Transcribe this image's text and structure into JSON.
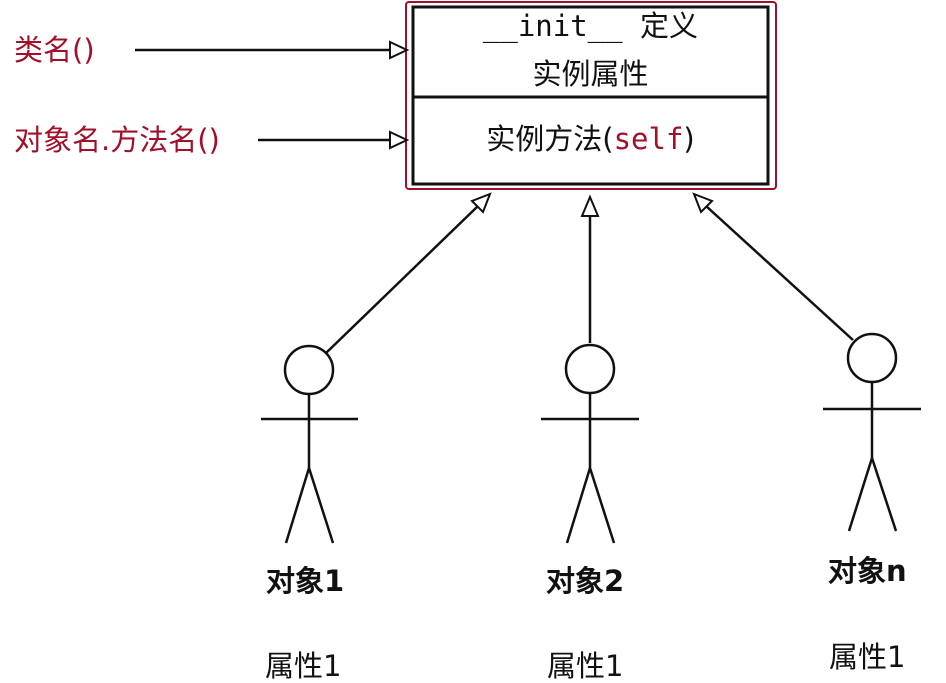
{
  "class_box": {
    "init_label": "__init__ 定义",
    "attributes_label": "实例属性",
    "method_name": "实例方法(",
    "method_param": "self",
    "method_close": ")"
  },
  "pointers": {
    "constructor_call": "类名()",
    "method_call": "对象名.方法名()"
  },
  "objects": [
    {
      "name": "对象1",
      "attribute": "属性1"
    },
    {
      "name": "对象2",
      "attribute": "属性1"
    },
    {
      "name": "对象n",
      "attribute": "属性1"
    }
  ],
  "colors": {
    "accent": "#a01028",
    "line": "#111111"
  }
}
